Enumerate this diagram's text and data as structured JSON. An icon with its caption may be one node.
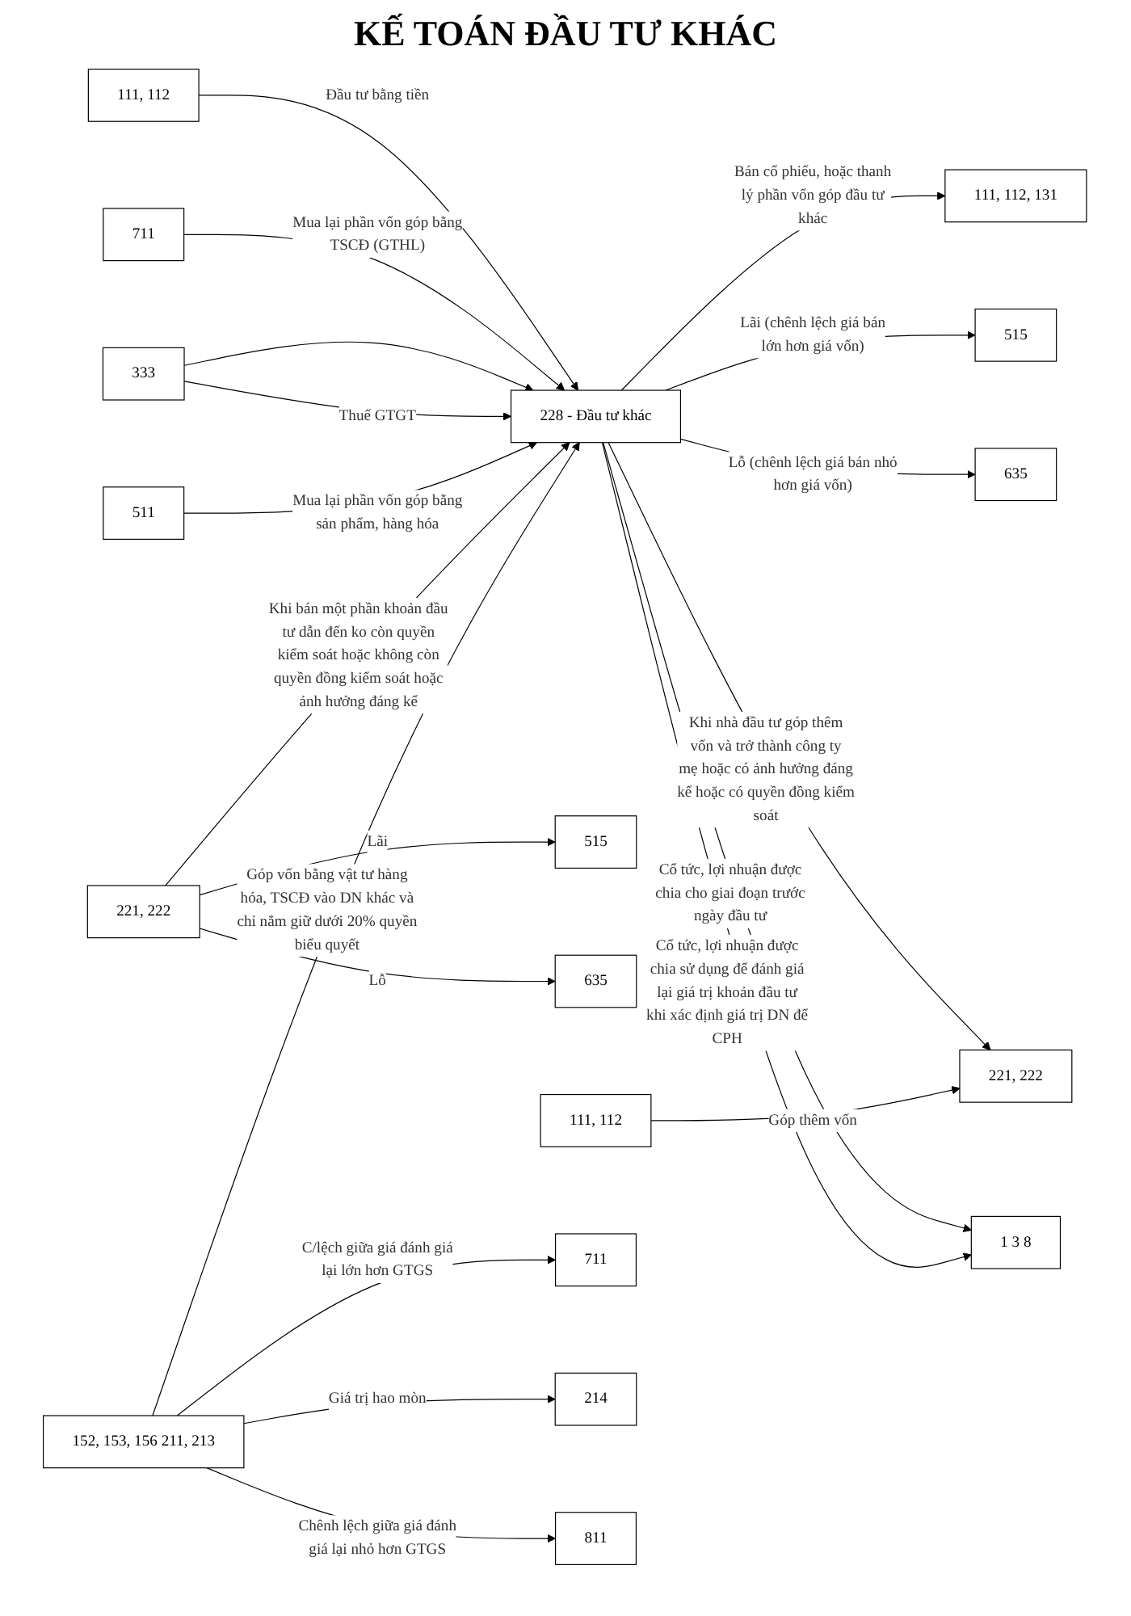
{
  "diagram": {
    "title": "KẾ TOÁN ĐẦU TƯ KHÁC",
    "nodes": [
      {
        "text": [
          "111, 112"
        ]
      },
      {
        "text": [
          "228 - Đầu tư khác"
        ]
      },
      {
        "text": [
          "111, 112, 131"
        ]
      },
      {
        "text": [
          "711"
        ]
      },
      {
        "text": [
          "515"
        ]
      },
      {
        "text": [
          "333"
        ]
      },
      {
        "text": [
          "635"
        ]
      },
      {
        "text": [
          "511"
        ]
      },
      {
        "text": [
          "221, 222"
        ]
      },
      {
        "text": [
          "515"
        ]
      },
      {
        "text": [
          "635"
        ]
      },
      {
        "text": [
          "221, 222"
        ]
      },
      {
        "text": [
          "111, 112"
        ]
      },
      {
        "text": [
          "1 3 8"
        ]
      },
      {
        "text": [
          "152, 153, 156 211, 213"
        ]
      },
      {
        "text": [
          "711"
        ]
      },
      {
        "text": [
          "214"
        ]
      },
      {
        "text": [
          "811"
        ]
      }
    ],
    "edges": [
      {
        "from": 0,
        "to": 1,
        "arrow": "to",
        "label": "Đầu tư bằng tiền"
      },
      {
        "from": 1,
        "to": 2,
        "arrow": "to",
        "label": "Bán cổ phiếu, hoặc thanh lý phần vốn góp đầu tư khác"
      },
      {
        "from": 3,
        "to": 1,
        "arrow": "to",
        "label": "Mua lại phần vốn góp bằng TSCĐ (GTHL)"
      },
      {
        "from": 1,
        "to": 4,
        "arrow": "to",
        "label": "Lãi (chênh lệch giá bán lớn hơn giá vốn)"
      },
      {
        "from": 5,
        "to": 1,
        "arrow": "to"
      },
      {
        "from": 5,
        "to": 1,
        "arrow": "to",
        "label": "Thuế GTGT"
      },
      {
        "from": 1,
        "to": 6,
        "arrow": "to",
        "label": "Lỗ (chênh lệch giá bán nhỏ hơn giá vốn)"
      },
      {
        "from": 7,
        "to": 1,
        "arrow": "to",
        "label": "Mua lại phần vốn góp bằng sản phẩm, hàng hóa"
      },
      {
        "from": 1,
        "to": 8,
        "arrow": "to",
        "label": "Khi nhà đầu tư góp thêm vốn và trở thành công ty mẹ hoặc có ảnh hưởng đáng kể hoặc có quyền đồng kiểm soát"
      },
      {
        "from": 11,
        "to": 9,
        "arrow": "to",
        "label": "Lãi"
      },
      {
        "from": 11,
        "to": 10,
        "arrow": "to",
        "label": "Lỗ"
      },
      {
        "from": 11,
        "to": 1,
        "arrow": "to",
        "label": "Khi bán một phần khoản đầu tư dẫn đến ko còn quyền kiểm soát hoặc không còn quyền đồng kiểm soát hoặc ảnh hưởng đáng kể"
      },
      {
        "from": 12,
        "to": 8,
        "arrow": "to",
        "label": "Góp thêm vốn"
      },
      {
        "from": 1,
        "to": 13,
        "arrow": "to",
        "label": "Cổ tức, lợi nhuận được chia cho giai đoạn trước ngày đầu tư"
      },
      {
        "from": 14,
        "to": 1,
        "arrow": "to",
        "label": "Góp vốn bằng vật tư hàng hóa, TSCĐ vào DN khác và chỉ nắm giữ dưới 20% quyền biểu quyết"
      },
      {
        "from": 1,
        "to": 13,
        "arrow": "to",
        "label": "Cổ tức, lợi nhuận được chia sử dụng để đánh giá lại giá trị khoản đầu tư khi xác định giá trị DN để CPH"
      },
      {
        "from": 14,
        "to": 15,
        "arrow": "to",
        "label": "C/lệch giữa giá đánh giá lại lớn hơn GTGS"
      },
      {
        "from": 14,
        "to": 16,
        "arrow": "to",
        "label": "Giá trị hao mòn"
      },
      {
        "from": 14,
        "to": 17,
        "arrow": "to",
        "label": "Chênh lệch giữa giá đánh giá lại nhỏ hơn GTGS"
      }
    ]
  }
}
